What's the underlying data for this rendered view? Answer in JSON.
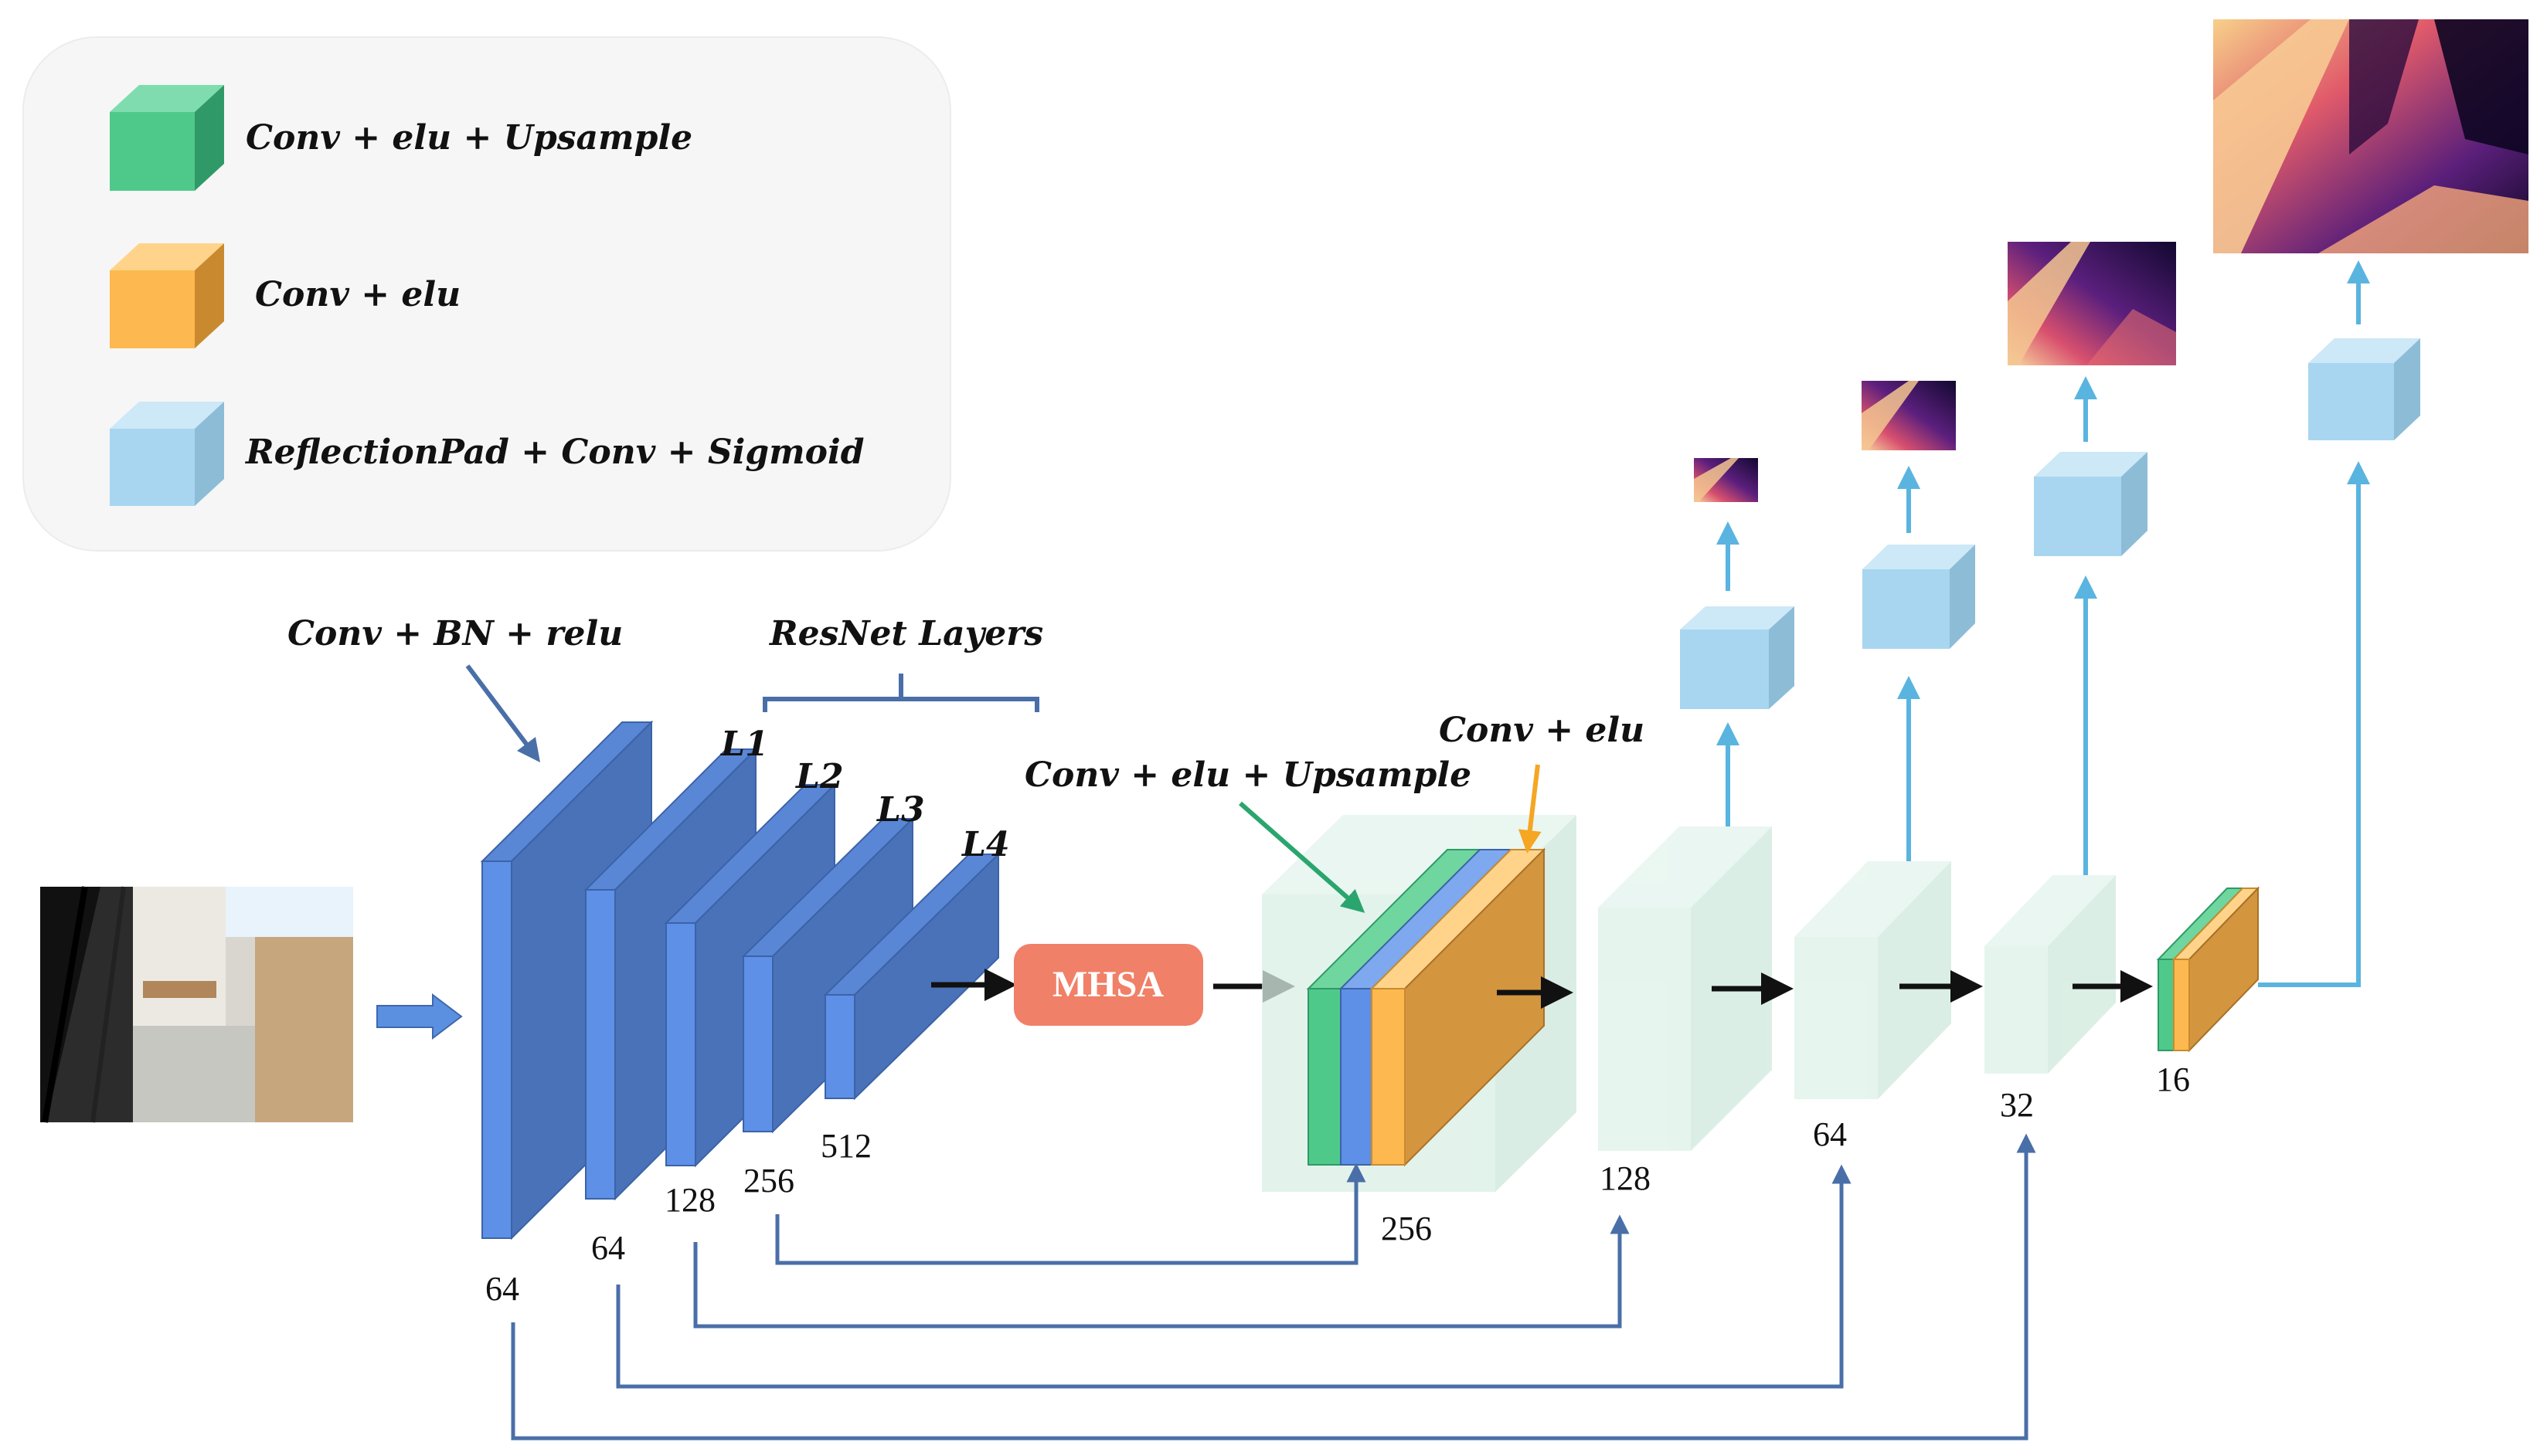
{
  "legend": {
    "items": [
      {
        "label": "Conv + elu + Upsample",
        "color": "#4fc98a",
        "icon": "green-cube-icon"
      },
      {
        "label": "Conv + elu",
        "color": "#fdb94f",
        "icon": "orange-cube-icon"
      },
      {
        "label": "ReflectionPad + Conv + Sigmoid",
        "color": "#a8d6f0",
        "icon": "lightblue-cube-icon"
      }
    ]
  },
  "encoder": {
    "stem_label": "Conv + BN + relu",
    "resnet_label": "ResNet Layers",
    "layer_labels": [
      "L1",
      "L2",
      "L3",
      "L4"
    ],
    "channels": [
      "64",
      "64",
      "128",
      "256",
      "512"
    ]
  },
  "mhsa": {
    "label": "MHSA"
  },
  "decoder": {
    "upsample_label": "Conv + elu + Upsample",
    "conv_label": "Conv + elu",
    "channels": [
      "256",
      "128",
      "64",
      "32",
      "16"
    ]
  },
  "colors": {
    "encoder_blue": "#4a72b8",
    "mhsa_fill": "#f08067",
    "decoder_ghost": "#d9efe6",
    "output_arrow": "#5ab4e0",
    "skip_line": "#4a6fa8"
  }
}
